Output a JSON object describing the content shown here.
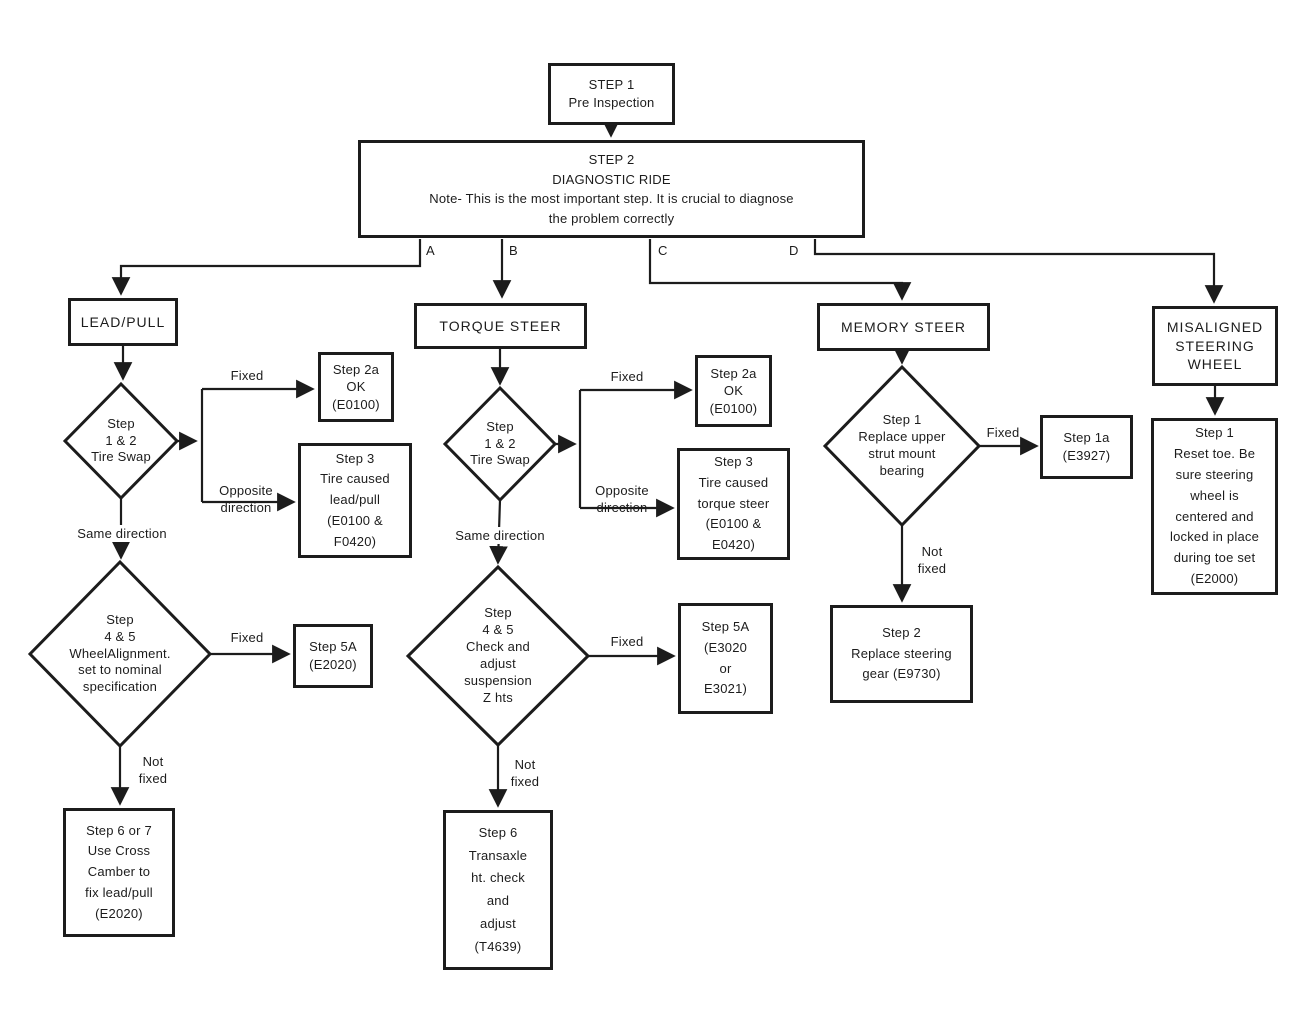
{
  "diagram": {
    "kind": "flowchart",
    "subject": "Steering / lead-pull diagnosis procedure"
  },
  "colors": {
    "ink": "#1c1c1c",
    "background": "#ffffff"
  },
  "nodes": {
    "step1": "STEP 1\nPre Inspection",
    "step2": "STEP 2\nDIAGNOSTIC RIDE\nNote- This is the most important step. It is crucial to diagnose\nthe problem correctly",
    "lead_pull": "LEAD/PULL",
    "torque_steer": "TORQUE STEER",
    "memory_steer": "MEMORY STEER",
    "misaligned": "MISALIGNED\nSTEERING\nWHEEL",
    "lp_tire_swap": "Step\n1 & 2\nTire Swap",
    "lp_step2a": "Step 2a\nOK\n(E0100)",
    "lp_step3": "Step 3\nTire caused\nlead/pull\n(E0100 &\nF0420)",
    "lp_alignment": "Step\n4 & 5\nWheelAlignment.\nset to nominal\nspecification",
    "lp_step5a": "Step 5A\n(E2020)",
    "lp_step67": "Step 6 or 7\nUse Cross\nCamber to\nfix lead/pull\n(E2020)",
    "ts_tire_swap": "Step\n1 & 2\nTire Swap",
    "ts_step2a": "Step 2a\nOK\n(E0100)",
    "ts_step3": "Step 3\nTire caused\ntorque steer\n(E0100 &\nE0420)",
    "ts_suspension": "Step\n4 & 5\nCheck and\nadjust\nsuspension\nZ hts",
    "ts_step5a": "Step 5A\n(E3020\nor\nE3021)",
    "ts_step6": "Step 6\nTransaxle\nht. check\nand\nadjust\n(T4639)",
    "ms_strut": "Step 1\nReplace upper\nstrut mount\nbearing",
    "ms_step1a": "Step 1a\n(E3927)",
    "ms_step2": "Step 2\nReplace steering\ngear (E9730)",
    "mw_step1": "Step 1\nReset toe. Be\nsure steering\nwheel is\ncentered and\nlocked in place\nduring toe set\n(E2000)"
  },
  "branch_labels": {
    "a": "A",
    "b": "B",
    "c": "C",
    "d": "D"
  },
  "edge_labels": {
    "fixed": "Fixed",
    "opposite_direction": "Opposite\ndirection",
    "same_direction": "Same direction",
    "not_fixed": "Not\nfixed"
  },
  "edges": [
    {
      "from": "step1",
      "to": "step2",
      "label": ""
    },
    {
      "from": "step2",
      "to": "lead_pull",
      "label": "A"
    },
    {
      "from": "step2",
      "to": "torque_steer",
      "label": "B"
    },
    {
      "from": "step2",
      "to": "memory_steer",
      "label": "C"
    },
    {
      "from": "step2",
      "to": "misaligned",
      "label": "D"
    },
    {
      "from": "lead_pull",
      "to": "lp_tire_swap",
      "label": ""
    },
    {
      "from": "lp_tire_swap",
      "to": "lp_step2a",
      "label": "Fixed"
    },
    {
      "from": "lp_tire_swap",
      "to": "lp_step3",
      "label": "Opposite direction"
    },
    {
      "from": "lp_tire_swap",
      "to": "lp_alignment",
      "label": "Same direction"
    },
    {
      "from": "lp_alignment",
      "to": "lp_step5a",
      "label": "Fixed"
    },
    {
      "from": "lp_alignment",
      "to": "lp_step67",
      "label": "Not fixed"
    },
    {
      "from": "torque_steer",
      "to": "ts_tire_swap",
      "label": ""
    },
    {
      "from": "ts_tire_swap",
      "to": "ts_step2a",
      "label": "Fixed"
    },
    {
      "from": "ts_tire_swap",
      "to": "ts_step3",
      "label": "Opposite direction"
    },
    {
      "from": "ts_tire_swap",
      "to": "ts_suspension",
      "label": "Same direction"
    },
    {
      "from": "ts_suspension",
      "to": "ts_step5a",
      "label": "Fixed"
    },
    {
      "from": "ts_suspension",
      "to": "ts_step6",
      "label": "Not fixed"
    },
    {
      "from": "memory_steer",
      "to": "ms_strut",
      "label": ""
    },
    {
      "from": "ms_strut",
      "to": "ms_step1a",
      "label": "Fixed"
    },
    {
      "from": "ms_strut",
      "to": "ms_step2",
      "label": "Not fixed"
    },
    {
      "from": "misaligned",
      "to": "mw_step1",
      "label": ""
    }
  ]
}
